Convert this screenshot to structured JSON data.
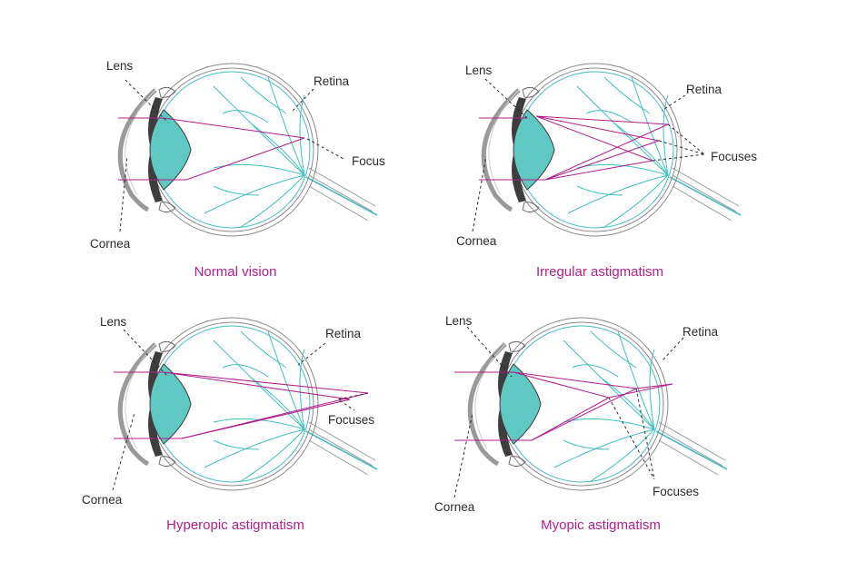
{
  "colors": {
    "ray": "#b01e8c",
    "lens": "#5fc8c2",
    "vessel": "#3fbfbd",
    "outline": "#8a8a8a",
    "iris": "#3d3d40",
    "cornea": "#9a9a9a",
    "text": "#2b2b2b",
    "caption": "#b01e8c"
  },
  "panels": [
    {
      "caption": "Normal vision",
      "labels": {
        "lens": "Lens",
        "retina": "Retina",
        "cornea": "Cornea",
        "focus": "Focus"
      }
    },
    {
      "caption": "Irregular astigmatism",
      "labels": {
        "lens": "Lens",
        "retina": "Retina",
        "cornea": "Cornea",
        "focus": "Focuses"
      }
    },
    {
      "caption": "Hyperopic astigmatism",
      "labels": {
        "lens": "Lens",
        "retina": "Retina",
        "cornea": "Cornea",
        "focus": "Focuses"
      }
    },
    {
      "caption": "Myopic astigmatism",
      "labels": {
        "lens": "Lens",
        "retina": "Retina",
        "cornea": "Cornea",
        "focus": "Focuses"
      }
    }
  ]
}
